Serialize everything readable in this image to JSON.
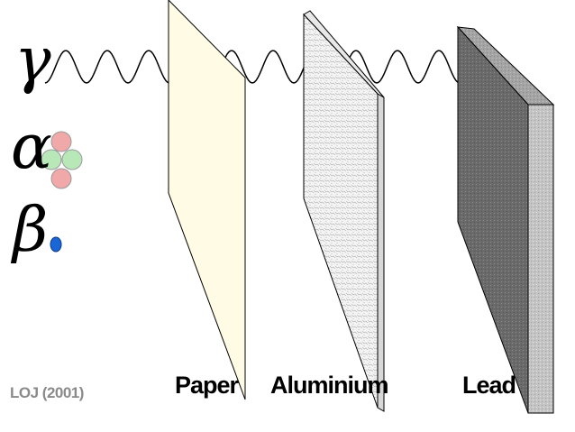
{
  "radiation": {
    "gamma": "γ",
    "alpha": "α",
    "beta": "β"
  },
  "shields": [
    {
      "label": "Paper",
      "color": "#fffbe4"
    },
    {
      "label": "Aluminium",
      "color": "#f2f2f2"
    },
    {
      "label": "Lead",
      "color": "#6e6e6e"
    }
  ],
  "credit": "LOJ (2001)",
  "colors": {
    "alpha_proton": "#f0a8a8",
    "alpha_neutron": "#b8e8b8",
    "beta_particle": "#1a66d6",
    "wave": "#000000"
  }
}
